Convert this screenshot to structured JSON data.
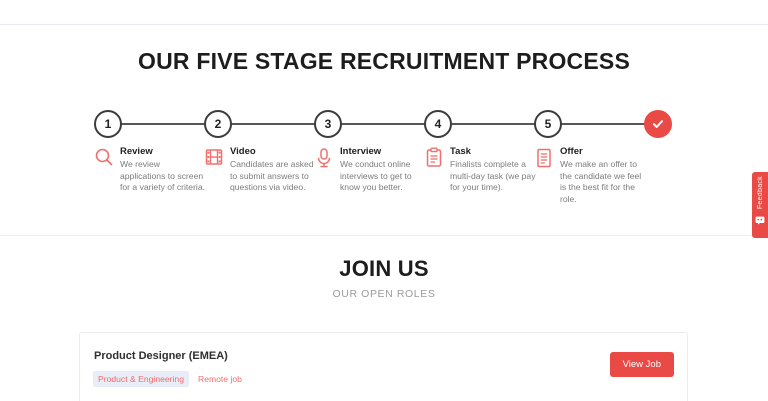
{
  "process": {
    "heading": "OUR FIVE STAGE RECRUITMENT PROCESS",
    "steps": [
      {
        "number": "1",
        "title": "Review",
        "desc": "We review applications to screen for a variety of criteria.",
        "icon": "magnifier-icon"
      },
      {
        "number": "2",
        "title": "Video",
        "desc": "Candidates are asked to submit answers to questions via video.",
        "icon": "film-strip-icon"
      },
      {
        "number": "3",
        "title": "Interview",
        "desc": "We conduct online interviews to get to know you better.",
        "icon": "microphone-icon"
      },
      {
        "number": "4",
        "title": "Task",
        "desc": "Finalists complete a multi-day task (we pay for your time).",
        "icon": "clipboard-icon"
      },
      {
        "number": "5",
        "title": "Offer",
        "desc": "We make an offer to the candidate we feel is the best fit for the role.",
        "icon": "document-icon"
      }
    ],
    "end_marker": "check-icon"
  },
  "join": {
    "heading": "JOIN US",
    "subheading": "OUR OPEN ROLES",
    "jobs": [
      {
        "title": "Product Designer (EMEA)",
        "tag": "Product & Engineering",
        "location": "Remote job",
        "button_label": "View Job"
      }
    ]
  },
  "feedback": {
    "label": "Feedback",
    "icon": "speech-bubble-icon"
  },
  "colors": {
    "accent_red": "#ea4a45",
    "tag_background": "#e9edf7",
    "tag_text": "#f06d6a",
    "body_text": "#7c7c7c",
    "heading_text": "#1d1d1d"
  }
}
